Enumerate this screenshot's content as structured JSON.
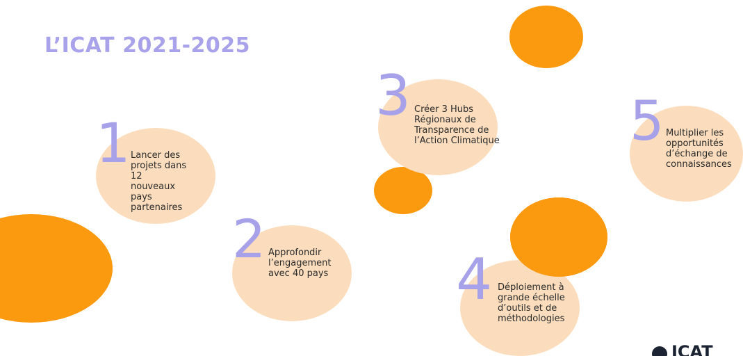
{
  "title": "L’ICAT 2021-2025",
  "colors": {
    "title": "#a8a2ea",
    "number": "#a7a1ea",
    "peach_circle": "#fbddbd",
    "orange_circle": "#fb9a0f",
    "text": "#2a2a2a"
  },
  "goals": [
    {
      "number": "1",
      "text": "Lancer des projets dans 12 nouveaux pays partenaires"
    },
    {
      "number": "2",
      "text": "Approfondir l’engagement avec 40 pays"
    },
    {
      "number": "3",
      "text": "Créer 3 Hubs Régionaux de Transparence de l’Action Climatique"
    },
    {
      "number": "4",
      "text": "Déploiement à grande échelle d’outils et de méthodologies"
    },
    {
      "number": "5",
      "text": "Multiplier les opportunités d’échange de connaissances"
    }
  ],
  "logo": {
    "text": "ICAT"
  }
}
